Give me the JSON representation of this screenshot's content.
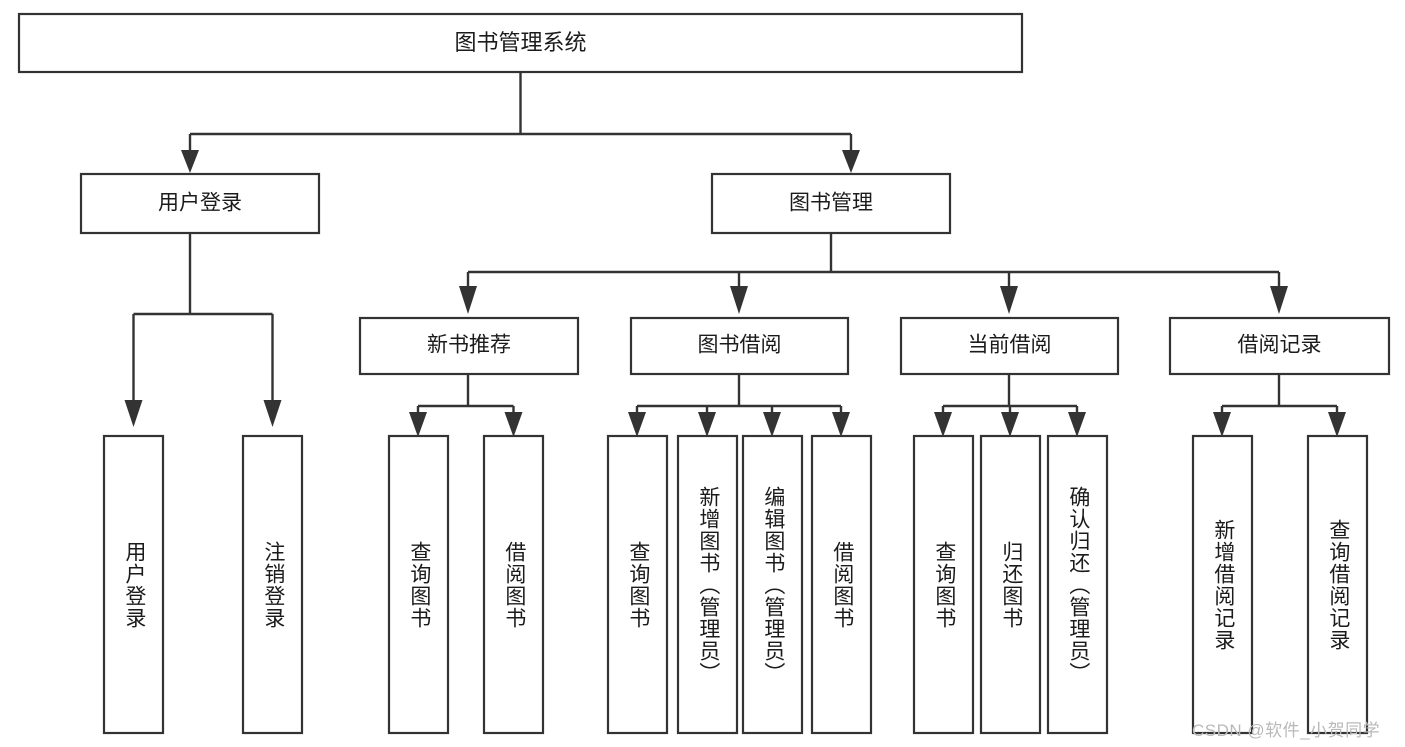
{
  "diagram": {
    "title": "图书管理系统",
    "type": "tree-hierarchy-diagram",
    "watermark": "CSDN @软件_小贺同学",
    "colors": {
      "background": "#ffffff",
      "box_fill": "#ffffff",
      "box_stroke": "#333333",
      "text": "#1b1b1b",
      "watermark": "#b9b9b9"
    },
    "levels": {
      "root": "图书管理系统",
      "level2": [
        "用户登录",
        "图书管理"
      ],
      "level3": [
        "新书推荐",
        "图书借阅",
        "当前借阅",
        "借阅记录"
      ]
    },
    "nodes": {
      "root": {
        "label": "图书管理系统",
        "orientation": "horizontal"
      },
      "user_login": {
        "label": "用户登录",
        "orientation": "horizontal"
      },
      "book_manage": {
        "label": "图书管理",
        "orientation": "horizontal"
      },
      "new_book_rec": {
        "label": "新书推荐",
        "orientation": "horizontal"
      },
      "book_borrow": {
        "label": "图书借阅",
        "orientation": "horizontal"
      },
      "current_borrow": {
        "label": "当前借阅",
        "orientation": "horizontal"
      },
      "borrow_record": {
        "label": "借阅记录",
        "orientation": "horizontal"
      },
      "leaf_1": {
        "label": "用户登录",
        "orientation": "vertical"
      },
      "leaf_2": {
        "label": "注销登录",
        "orientation": "vertical"
      },
      "leaf_3": {
        "label": "查询图书",
        "orientation": "vertical"
      },
      "leaf_4": {
        "label": "借阅图书",
        "orientation": "vertical"
      },
      "leaf_5": {
        "label": "查询图书",
        "orientation": "vertical"
      },
      "leaf_6": {
        "label": "新增图书（管理员）",
        "orientation": "vertical"
      },
      "leaf_7": {
        "label": "编辑图书（管理员）",
        "orientation": "vertical"
      },
      "leaf_8": {
        "label": "借阅图书",
        "orientation": "vertical"
      },
      "leaf_9": {
        "label": "查询图书",
        "orientation": "vertical"
      },
      "leaf_10": {
        "label": "归还图书",
        "orientation": "vertical"
      },
      "leaf_11": {
        "label": "确认归还（管理员）",
        "orientation": "vertical"
      },
      "leaf_12": {
        "label": "新增借阅记录",
        "orientation": "vertical"
      },
      "leaf_13": {
        "label": "查询借阅记录",
        "orientation": "vertical"
      }
    },
    "edges": [
      {
        "from": "root",
        "to": "user_login"
      },
      {
        "from": "root",
        "to": "book_manage"
      },
      {
        "from": "user_login",
        "to": "leaf_1"
      },
      {
        "from": "user_login",
        "to": "leaf_2"
      },
      {
        "from": "book_manage",
        "to": "new_book_rec"
      },
      {
        "from": "book_manage",
        "to": "book_borrow"
      },
      {
        "from": "book_manage",
        "to": "current_borrow"
      },
      {
        "from": "book_manage",
        "to": "borrow_record"
      },
      {
        "from": "new_book_rec",
        "to": "leaf_3"
      },
      {
        "from": "new_book_rec",
        "to": "leaf_4"
      },
      {
        "from": "book_borrow",
        "to": "leaf_5"
      },
      {
        "from": "book_borrow",
        "to": "leaf_6"
      },
      {
        "from": "book_borrow",
        "to": "leaf_7"
      },
      {
        "from": "book_borrow",
        "to": "leaf_8"
      },
      {
        "from": "current_borrow",
        "to": "leaf_9"
      },
      {
        "from": "current_borrow",
        "to": "leaf_10"
      },
      {
        "from": "current_borrow",
        "to": "leaf_11"
      },
      {
        "from": "borrow_record",
        "to": "leaf_12"
      },
      {
        "from": "borrow_record",
        "to": "leaf_13"
      }
    ]
  }
}
